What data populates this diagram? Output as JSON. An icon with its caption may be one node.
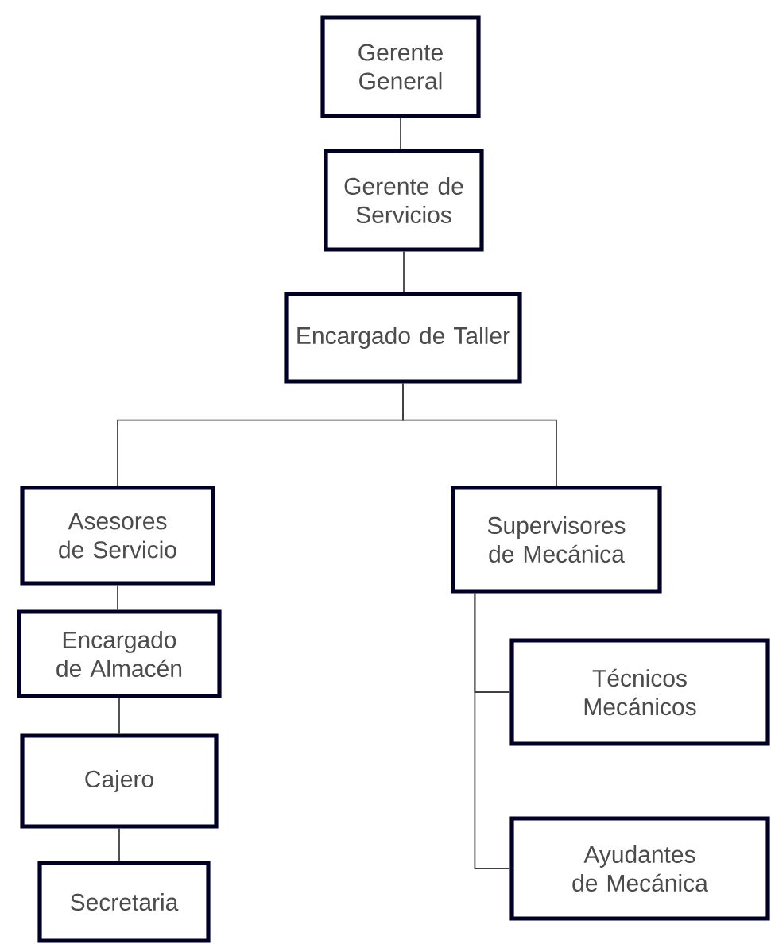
{
  "diagram": {
    "nodes": [
      {
        "text": [
          "Gerente General"
        ]
      },
      {
        "text": [
          "Gerente de Servicios"
        ]
      },
      {
        "text": [
          "Encargado de Taller"
        ]
      },
      {
        "text": [
          "Asesores de Servicio"
        ]
      },
      {
        "text": [
          "Supervisores de Mecánica"
        ]
      },
      {
        "text": [
          "Encargado de Almacén"
        ]
      },
      {
        "text": [
          "Cajero"
        ]
      },
      {
        "text": [
          "Secretaria"
        ]
      },
      {
        "text": [
          "Técnicos Mecánicos"
        ]
      },
      {
        "text": [
          "Ayudantes de Mecánica"
        ]
      }
    ],
    "edges": [
      {
        "from": 0,
        "to": 1,
        "arrow": "none"
      },
      {
        "from": 1,
        "to": 2,
        "arrow": "none"
      },
      {
        "from": 2,
        "to": 3,
        "arrow": "none"
      },
      {
        "from": 2,
        "to": 4,
        "arrow": "none"
      },
      {
        "from": 3,
        "to": 5,
        "arrow": "none"
      },
      {
        "from": 5,
        "to": 6,
        "arrow": "none"
      },
      {
        "from": 6,
        "to": 7,
        "arrow": "none"
      },
      {
        "from": 4,
        "to": 8,
        "arrow": "none"
      },
      {
        "from": 4,
        "to": 9,
        "arrow": "none"
      }
    ]
  }
}
